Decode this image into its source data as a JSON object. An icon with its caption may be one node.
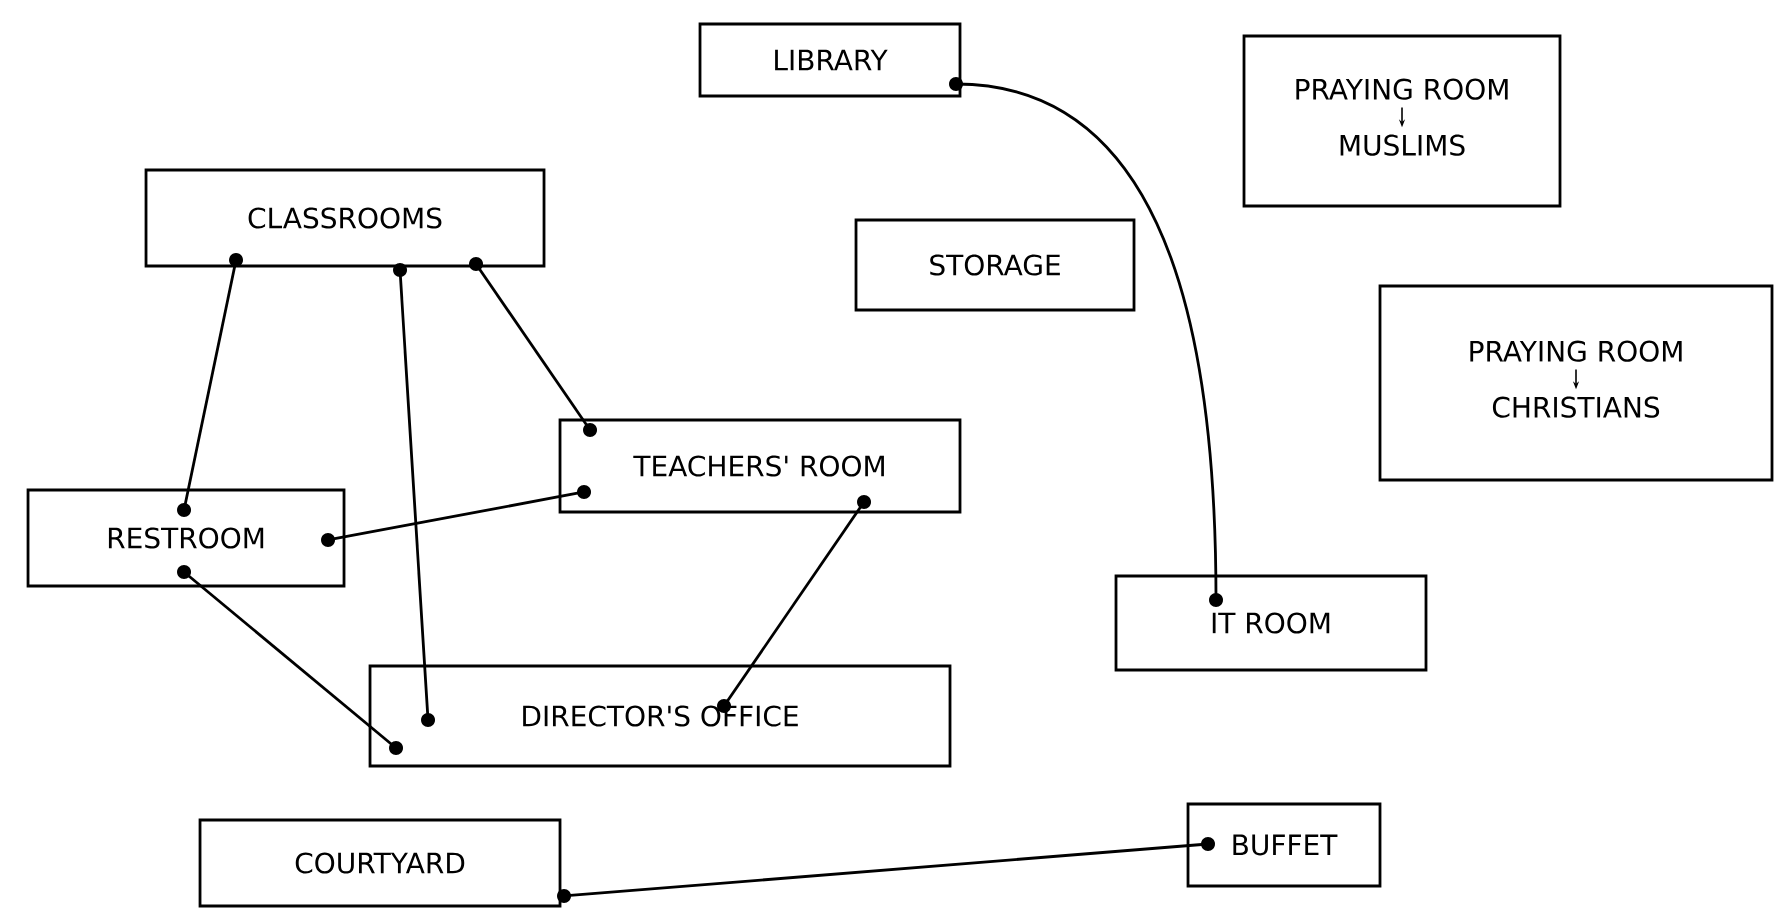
{
  "diagram": {
    "nodes": [
      {
        "text": [
          "LIBRARY"
        ]
      },
      {
        "text": [
          "PRAYING ROOM",
          "MUSLIMS"
        ]
      },
      {
        "text": [
          "CLASSROOMS"
        ]
      },
      {
        "text": [
          "STORAGE"
        ]
      },
      {
        "text": [
          "PRAYING ROOM",
          "CHRISTIANS"
        ]
      },
      {
        "text": [
          "TEACHERS' ROOM"
        ]
      },
      {
        "text": [
          "RESTROOM"
        ]
      },
      {
        "text": [
          "IT ROOM"
        ]
      },
      {
        "text": [
          "DIRECTOR'S OFFICE"
        ]
      },
      {
        "text": [
          "COURTYARD"
        ]
      },
      {
        "text": [
          "BUFFET"
        ]
      }
    ],
    "edges": [
      {
        "from": 0,
        "to": 7,
        "arrow": "other"
      },
      {
        "from": 2,
        "to": 6,
        "arrow": "other"
      },
      {
        "from": 2,
        "to": 8,
        "arrow": "other"
      },
      {
        "from": 2,
        "to": 5,
        "arrow": "other"
      },
      {
        "from": 5,
        "to": 6,
        "arrow": "other"
      },
      {
        "from": 5,
        "to": 8,
        "arrow": "other"
      },
      {
        "from": 6,
        "to": 8,
        "arrow": "other"
      },
      {
        "from": 9,
        "to": 10,
        "arrow": "other"
      }
    ]
  }
}
